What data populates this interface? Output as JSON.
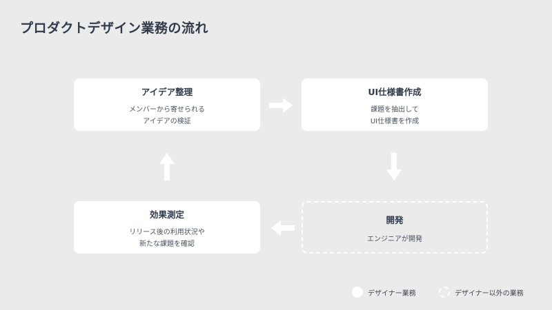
{
  "title": "プロダクトデザイン業務の流れ",
  "steps": {
    "idea": {
      "title": "アイデア整理",
      "desc_line1": "メンバーから寄せられる",
      "desc_line2": "アイデアの検証"
    },
    "spec": {
      "title": "UI仕様書作成",
      "desc_line1": "課題を抽出して",
      "desc_line2": "UI仕様書を作成"
    },
    "dev": {
      "title": "開発",
      "desc_line1": "エンジニアが開発"
    },
    "measure": {
      "title": "効果測定",
      "desc_line1": "リリース後の利用状況や",
      "desc_line2": "新たな課題を確認"
    }
  },
  "legend": {
    "designer": "デザイナー業務",
    "other": "デザイナー以外の業務"
  },
  "colors": {
    "background": "#ebebeb",
    "card": "#ffffff",
    "text": "#2f3a4a",
    "arrow": "#ffffff"
  },
  "icons": [
    "arrow-right-icon",
    "arrow-down-icon",
    "arrow-left-icon",
    "arrow-up-icon"
  ]
}
